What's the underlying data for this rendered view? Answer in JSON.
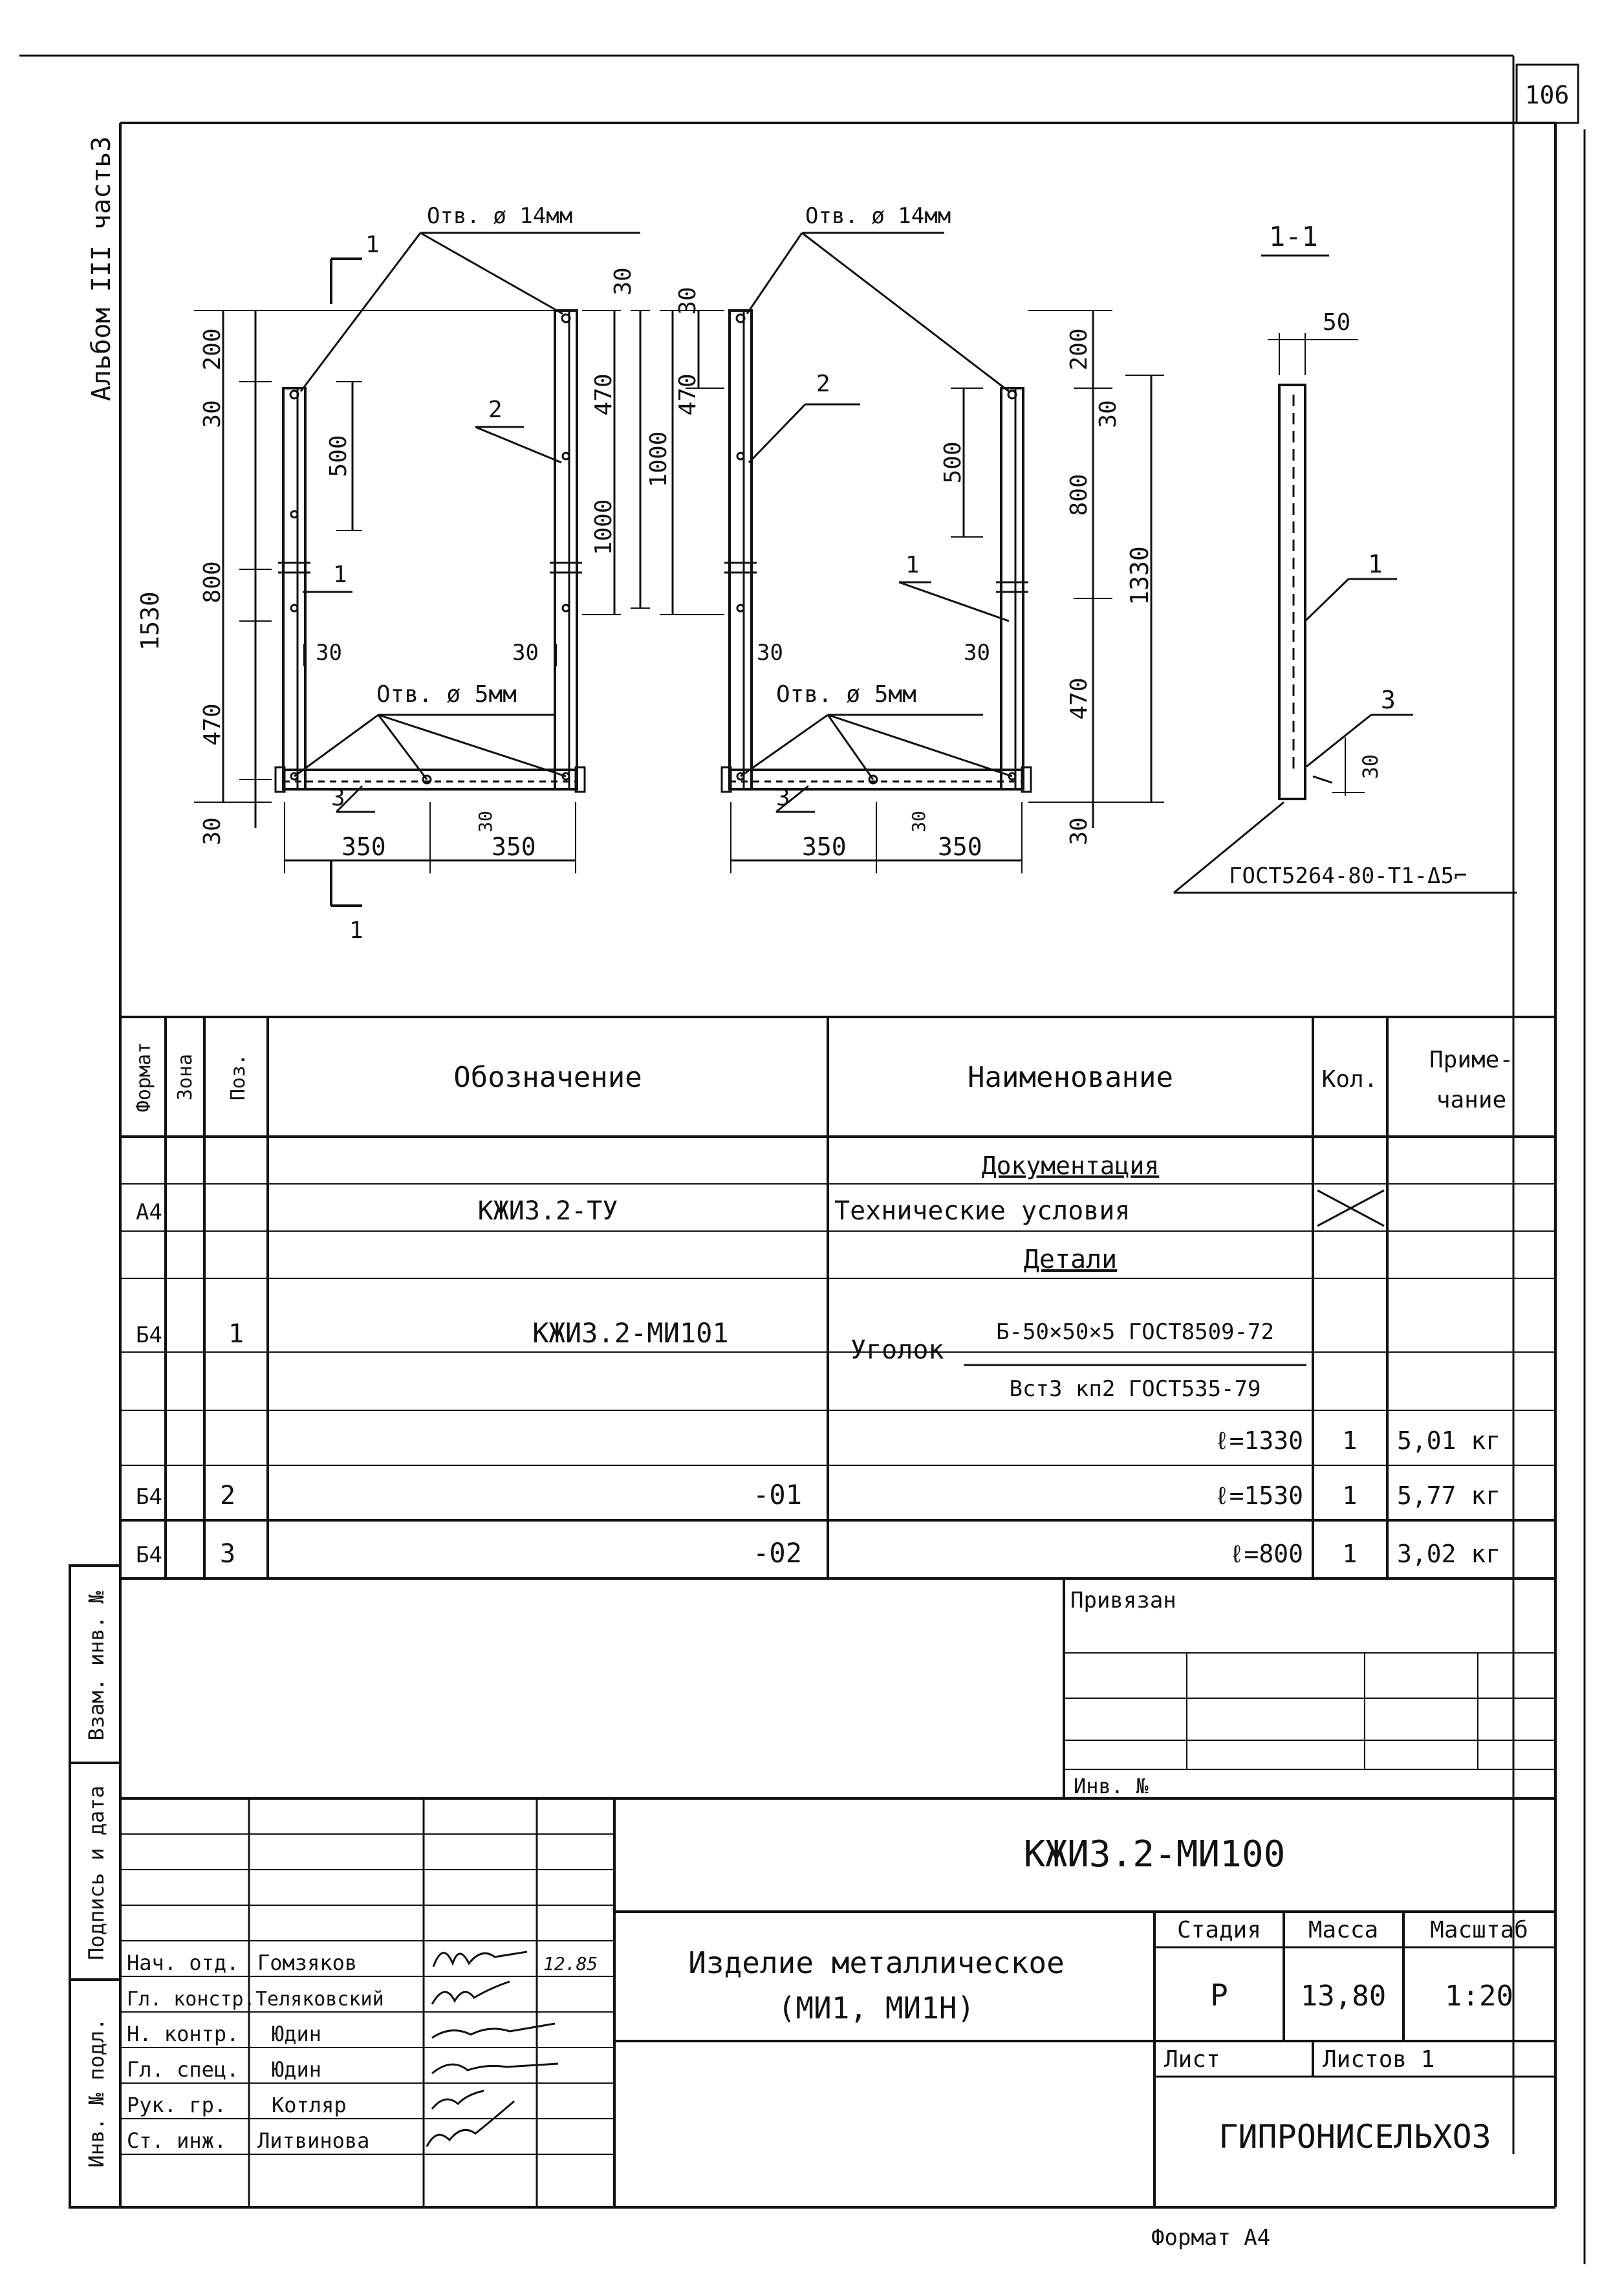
{
  "page_number": "106",
  "album_label": "Альбом III часть3",
  "drawing": {
    "hole_large": "Отв. ø 14мм",
    "hole_small": "Отв. ø 5мм",
    "section_mark": "1",
    "section_title": "1-1",
    "pos1": "1",
    "pos2": "2",
    "pos3": "3",
    "dim_30": "30",
    "dim_200": "200",
    "dim_800": "800",
    "dim_470": "470",
    "dim_500": "500",
    "dim_1000": "1000",
    "dim_1530": "1530",
    "dim_1330": "1330",
    "dim_350": "350",
    "dim_50": "50",
    "weld_note": "ГОСТ5264-80-Т1-Δ5⌐"
  },
  "spec": {
    "headers": {
      "format": "Формат",
      "zone": "Зона",
      "pos": "Поз.",
      "designation": "Обозначение",
      "name": "Наименование",
      "qty": "Кол.",
      "note_line1": "Приме-",
      "note_line2": "чание"
    },
    "section_docs": "Документация",
    "section_parts": "Детали",
    "rows": [
      {
        "format": "А4",
        "pos": "",
        "designation": "КЖИ3.2-ТУ",
        "name": "Технические условия",
        "qty": "",
        "note": ""
      },
      {
        "format": "Б4",
        "pos": "1",
        "designation": "КЖИ3.2-МИ101",
        "name_prefix": "Уголок",
        "name_top": "Б-50×50×5 ГОСТ8509-72",
        "name_bottom": "Вст3 кп2 ГОСТ535-79",
        "qty": "",
        "note": ""
      },
      {
        "format": "",
        "pos": "",
        "designation": "",
        "name": "ℓ=1330",
        "qty": "1",
        "note": "5,01 кг"
      },
      {
        "format": "Б4",
        "pos": "2",
        "designation": "-01",
        "name": "ℓ=1530",
        "qty": "1",
        "note": "5,77 кг"
      },
      {
        "format": "Б4",
        "pos": "3",
        "designation": "-02",
        "name": "ℓ=800",
        "qty": "1",
        "note": "3,02 кг"
      }
    ]
  },
  "binding": {
    "attached": "Привязан",
    "inv_no": "Инв. №"
  },
  "side_stamps": {
    "inv_orig": "Инв. № подл.",
    "signature_date": "Подпись и дата",
    "replace_inv": "Взам. инв. №"
  },
  "title_block": {
    "code": "КЖИ3.2-МИ100",
    "item_name_line1": "Изделие металлическое",
    "item_name_line2": "(МИ1, МИ1Н)",
    "stage_label": "Стадия",
    "mass_label": "Масса",
    "scale_label": "Масштаб",
    "stage": "Р",
    "mass": "13,80",
    "scale": "1:20",
    "sheet_label": "Лист",
    "sheets_label": "Листов 1",
    "organization": "ГИПРОНИСЕЛЬХОЗ",
    "date": "12.85",
    "signers": [
      {
        "role": "Нач. отд.",
        "name": "Гомзяков"
      },
      {
        "role": "Гл. констр.",
        "name": "Теляковский"
      },
      {
        "role": "Н. контр.",
        "name": "Юдин"
      },
      {
        "role": "Гл. спец.",
        "name": "Юдин"
      },
      {
        "role": "Рук. гр.",
        "name": "Котляр"
      },
      {
        "role": "Ст. инж.",
        "name": "Литвинова"
      }
    ]
  },
  "format_label": "Формат А4"
}
